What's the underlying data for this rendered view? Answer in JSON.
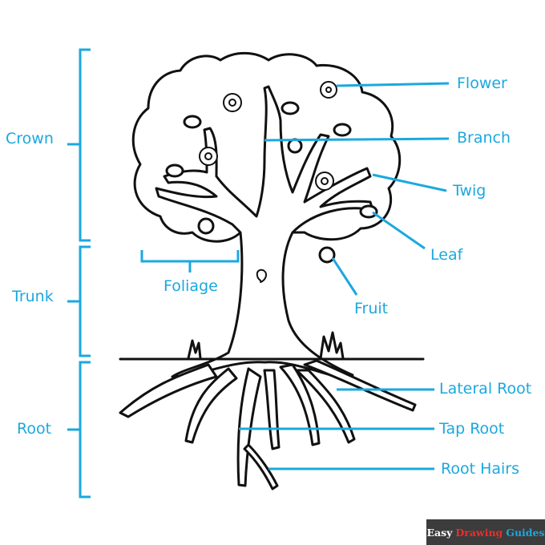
{
  "title": "Parts of a Tree",
  "colors": {
    "label": "#1ba8df",
    "ink": "#111111"
  },
  "sections": {
    "crown": "Crown",
    "trunk": "Trunk",
    "root": "Root",
    "foliage": "Foliage"
  },
  "labels": {
    "flower": "Flower",
    "branch": "Branch",
    "twig": "Twig",
    "leaf": "Leaf",
    "fruit": "Fruit",
    "lateral_root": "Lateral Root",
    "tap_root": "Tap Root",
    "root_hairs": "Root Hairs"
  },
  "logo": {
    "word1": "Easy",
    "word2": "Drawing",
    "word3": "Guides",
    "color1": "#ffffff",
    "color2": "#e8302b",
    "color3": "#1ba8df"
  }
}
